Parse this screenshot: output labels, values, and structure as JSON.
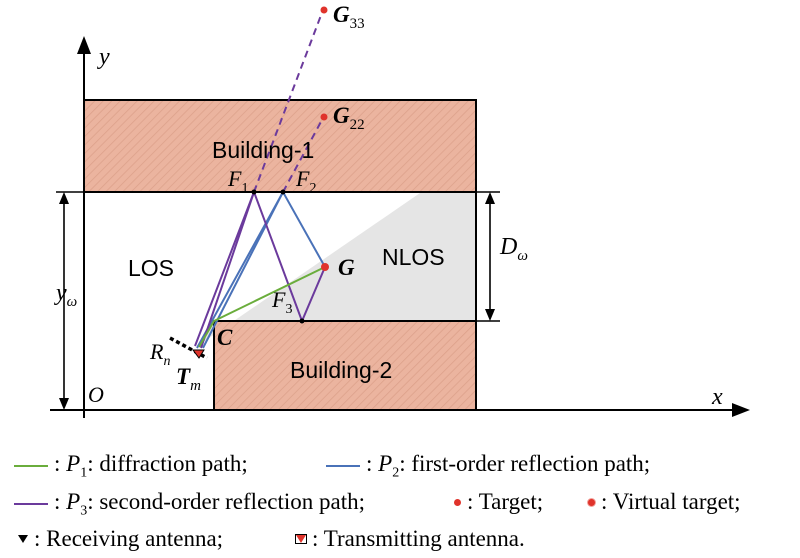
{
  "diagram": {
    "axes": {
      "x": "x",
      "y": "y",
      "origin": "O"
    },
    "buildings": {
      "b1": "Building-1",
      "b2": "Building-2"
    },
    "regions": {
      "los": "LOS",
      "nlos": "NLOS"
    },
    "dims": {
      "y_main": "y",
      "y_sub": "ω",
      "d_main": "D",
      "d_sub": "ω"
    },
    "points": {
      "C": "C",
      "G": "G",
      "G22_main": "G",
      "G22_sub": "22",
      "G33_main": "G",
      "G33_sub": "33",
      "F1_main": "F",
      "F1_sub": "1",
      "F2_main": "F",
      "F2_sub": "2",
      "F3_main": "F",
      "F3_sub": "3",
      "Rn_main": "R",
      "Rn_sub": "n",
      "Tm_main": "T",
      "Tm_sub": "m"
    }
  },
  "colors": {
    "building_fill": "#ebb49f",
    "nlos_fill": "#e5e5e5",
    "diffraction": "#6aad3c",
    "first_order": "#4a72b8",
    "second_order": "#6b3a9c",
    "target": "#e0332b"
  },
  "legend": {
    "p1": {
      "colon": ":",
      "sym": "P",
      "sub": "1",
      "text": ": diffraction path;"
    },
    "p2": {
      "colon": ":",
      "sym": "P",
      "sub": "2",
      "text": ": first-order reflection path;"
    },
    "p3": {
      "colon": ":",
      "sym": "P",
      "sub": "3",
      "text": ": second-order reflection path;"
    },
    "target": ": Target;",
    "virtual": ": Virtual target;",
    "rx": ": Receiving antenna;",
    "tx": ": Transmitting antenna."
  }
}
